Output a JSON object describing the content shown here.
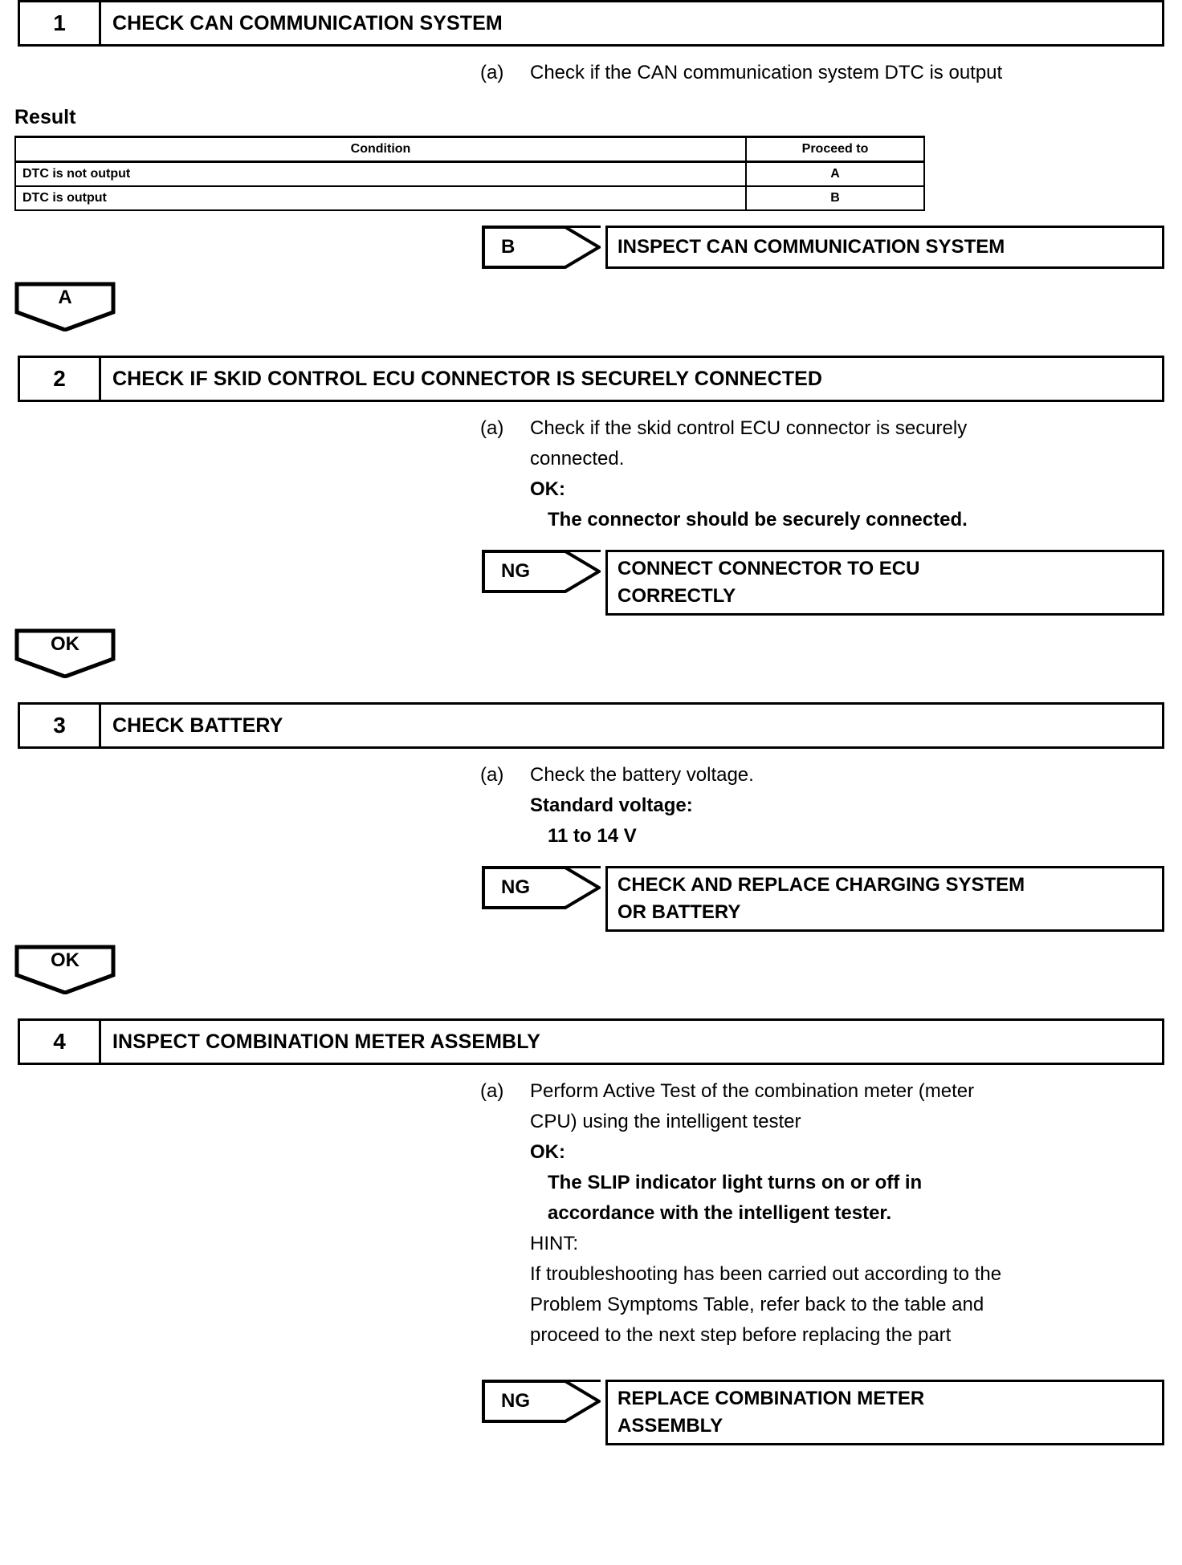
{
  "document": {
    "type": "diagnostic-troubleshooting-flowchart",
    "result_label": "Result"
  },
  "steps": [
    {
      "number": "1",
      "title": "CHECK CAN COMMUNICATION SYSTEM",
      "marker": "(a)",
      "lines": [
        {
          "text": "Check if the CAN communication system DTC is output",
          "bold": false,
          "indent": 0
        }
      ]
    },
    {
      "number": "2",
      "title": "CHECK IF SKID CONTROL ECU CONNECTOR IS SECURELY CONNECTED",
      "marker": "(a)",
      "lines": [
        {
          "text": "Check if the skid control ECU connector is securely",
          "bold": false,
          "indent": 0
        },
        {
          "text": "connected.",
          "bold": false,
          "indent": 0
        },
        {
          "text": "OK:",
          "bold": true,
          "indent": 0
        },
        {
          "text": "The connector should be securely connected.",
          "bold": true,
          "indent": 1
        }
      ]
    },
    {
      "number": "3",
      "title": "CHECK BATTERY",
      "marker": "(a)",
      "lines": [
        {
          "text": "Check the battery voltage.",
          "bold": false,
          "indent": 0
        },
        {
          "text": "Standard voltage:",
          "bold": true,
          "indent": 0
        },
        {
          "text": "11 to 14 V",
          "bold": true,
          "indent": 1
        }
      ]
    },
    {
      "number": "4",
      "title": "INSPECT COMBINATION METER ASSEMBLY",
      "marker": "(a)",
      "lines": [
        {
          "text": "Perform Active Test of the combination meter (meter",
          "bold": false,
          "indent": 0
        },
        {
          "text": "CPU) using the intelligent tester",
          "bold": false,
          "indent": 0
        },
        {
          "text": "OK:",
          "bold": true,
          "indent": 0
        },
        {
          "text": "The SLIP indicator light turns on or off in",
          "bold": true,
          "indent": 1
        },
        {
          "text": "accordance with the intelligent tester.",
          "bold": true,
          "indent": 1
        },
        {
          "text": "HINT:",
          "bold": false,
          "indent": 0
        },
        {
          "text": "If troubleshooting has been carried out according to the",
          "bold": false,
          "indent": 0
        },
        {
          "text": "Problem Symptoms Table, refer back to the table and",
          "bold": false,
          "indent": 0
        },
        {
          "text": "proceed to the next step before replacing the part",
          "bold": false,
          "indent": 0
        }
      ]
    }
  ],
  "result_table": {
    "headers": [
      "Condition",
      "Proceed to"
    ],
    "rows": [
      {
        "condition": "DTC is not output",
        "proceed_to": "A"
      },
      {
        "condition": "DTC is output",
        "proceed_to": "B"
      }
    ]
  },
  "branches": {
    "b_label": "B",
    "b_action": "INSPECT CAN COMMUNICATION SYSTEM",
    "a_label": "A",
    "ng_label": "NG",
    "ok_label": "OK",
    "ng2_lines": [
      "CONNECT CONNECTOR TO ECU",
      "CORRECTLY"
    ],
    "ng3_lines": [
      "CHECK AND REPLACE CHARGING SYSTEM",
      "OR BATTERY"
    ],
    "ng4_lines": [
      "REPLACE COMBINATION METER",
      "ASSEMBLY"
    ]
  }
}
